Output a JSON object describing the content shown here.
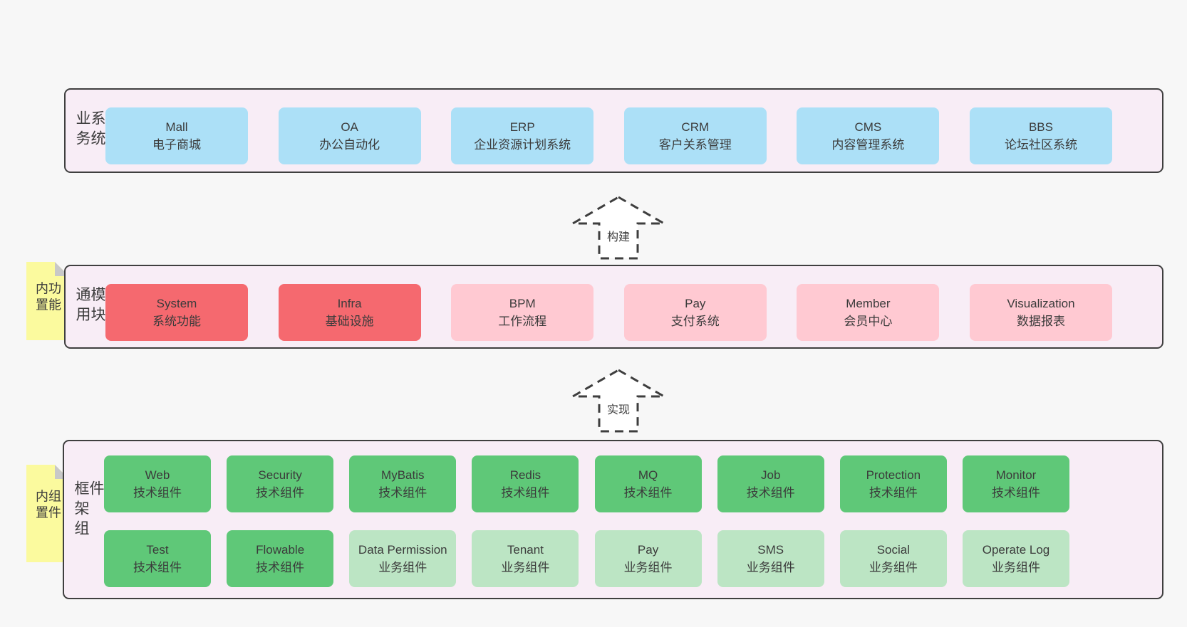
{
  "colors": {
    "page_bg": "#f7f7f7",
    "layer_bg": "#f8edf6",
    "layer_border": "#3f3f3f",
    "blue_box": "#ace0f7",
    "red_box": "#f5696f",
    "pink_box": "#ffc9d2",
    "green_box": "#5fc878",
    "light_green_box": "#bce5c4",
    "sticky_note_bg": "#fbfa9e",
    "sticky_fold": "#c8c8c8",
    "text": "#3b3b3b"
  },
  "arrows": [
    {
      "label": "构建"
    },
    {
      "label": "实现"
    }
  ],
  "layers": [
    {
      "id": "business-systems",
      "side_label": "业务系统",
      "boxes": [
        {
          "title": "Mall",
          "subtitle": "电子商城",
          "variant": "blue"
        },
        {
          "title": "OA",
          "subtitle": "办公自动化",
          "variant": "blue"
        },
        {
          "title": "ERP",
          "subtitle": "企业资源计划系统",
          "variant": "blue"
        },
        {
          "title": "CRM",
          "subtitle": "客户关系管理",
          "variant": "blue"
        },
        {
          "title": "CMS",
          "subtitle": "内容管理系统",
          "variant": "blue"
        },
        {
          "title": "BBS",
          "subtitle": "论坛社区系统",
          "variant": "blue"
        }
      ]
    },
    {
      "id": "common-modules",
      "side_label": "通用模块",
      "sticky_note": "内置功能",
      "boxes": [
        {
          "title": "System",
          "subtitle": "系统功能",
          "variant": "red"
        },
        {
          "title": "Infra",
          "subtitle": "基础设施",
          "variant": "red"
        },
        {
          "title": "BPM",
          "subtitle": "工作流程",
          "variant": "pink"
        },
        {
          "title": "Pay",
          "subtitle": "支付系统",
          "variant": "pink"
        },
        {
          "title": "Member",
          "subtitle": "会员中心",
          "variant": "pink"
        },
        {
          "title": "Visualization",
          "subtitle": "数据报表",
          "variant": "pink"
        }
      ]
    },
    {
      "id": "framework-components",
      "side_label": "框架组件",
      "sticky_note": "内置组件",
      "rows": [
        [
          {
            "title": "Web",
            "subtitle": "技术组件",
            "variant": "green"
          },
          {
            "title": "Security",
            "subtitle": "技术组件",
            "variant": "green"
          },
          {
            "title": "MyBatis",
            "subtitle": "技术组件",
            "variant": "green"
          },
          {
            "title": "Redis",
            "subtitle": "技术组件",
            "variant": "green"
          },
          {
            "title": "MQ",
            "subtitle": "技术组件",
            "variant": "green"
          },
          {
            "title": "Job",
            "subtitle": "技术组件",
            "variant": "green"
          },
          {
            "title": "Protection",
            "subtitle": "技术组件",
            "variant": "green"
          },
          {
            "title": "Monitor",
            "subtitle": "技术组件",
            "variant": "green"
          }
        ],
        [
          {
            "title": "Test",
            "subtitle": "技术组件",
            "variant": "green"
          },
          {
            "title": "Flowable",
            "subtitle": "技术组件",
            "variant": "green"
          },
          {
            "title": "Data Permission",
            "subtitle": "业务组件",
            "variant": "lightgreen"
          },
          {
            "title": "Tenant",
            "subtitle": "业务组件",
            "variant": "lightgreen"
          },
          {
            "title": "Pay",
            "subtitle": "业务组件",
            "variant": "lightgreen"
          },
          {
            "title": "SMS",
            "subtitle": "业务组件",
            "variant": "lightgreen"
          },
          {
            "title": "Social",
            "subtitle": "业务组件",
            "variant": "lightgreen"
          },
          {
            "title": "Operate Log",
            "subtitle": "业务组件",
            "variant": "lightgreen"
          }
        ]
      ]
    }
  ]
}
